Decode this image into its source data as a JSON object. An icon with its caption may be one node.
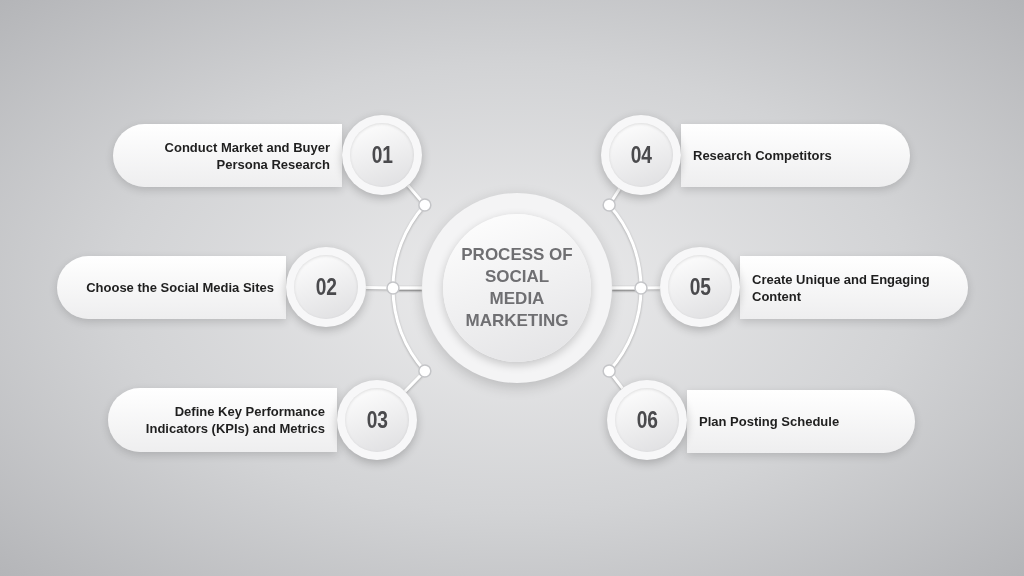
{
  "diagram": {
    "nodes": [
      {
        "text": [
          "PROCESS OF SOCIAL MEDIA MARKETING"
        ]
      },
      {
        "text": [
          "Conduct Market and Buyer Persona Research"
        ]
      },
      {
        "text": [
          "01"
        ]
      },
      {
        "text": [
          "Choose the Social Media Sites"
        ]
      },
      {
        "text": [
          "02"
        ]
      },
      {
        "text": [
          "Define Key Performance Indicators (KPIs) and Metrics"
        ]
      },
      {
        "text": [
          "03"
        ]
      },
      {
        "text": [
          "Research Competitors"
        ]
      },
      {
        "text": [
          "04"
        ]
      },
      {
        "text": [
          "Create Unique and Engaging Content"
        ]
      },
      {
        "text": [
          "05"
        ]
      },
      {
        "text": [
          "Plan Posting Schedule"
        ]
      },
      {
        "text": [
          "06"
        ]
      }
    ],
    "edges": [
      {
        "from": 0,
        "to": 2,
        "arrow": "none"
      },
      {
        "from": 0,
        "to": 4,
        "arrow": "none"
      },
      {
        "from": 0,
        "to": 6,
        "arrow": "none"
      },
      {
        "from": 0,
        "to": 8,
        "arrow": "none"
      },
      {
        "from": 0,
        "to": 10,
        "arrow": "none"
      },
      {
        "from": 0,
        "to": 12,
        "arrow": "none"
      }
    ]
  }
}
